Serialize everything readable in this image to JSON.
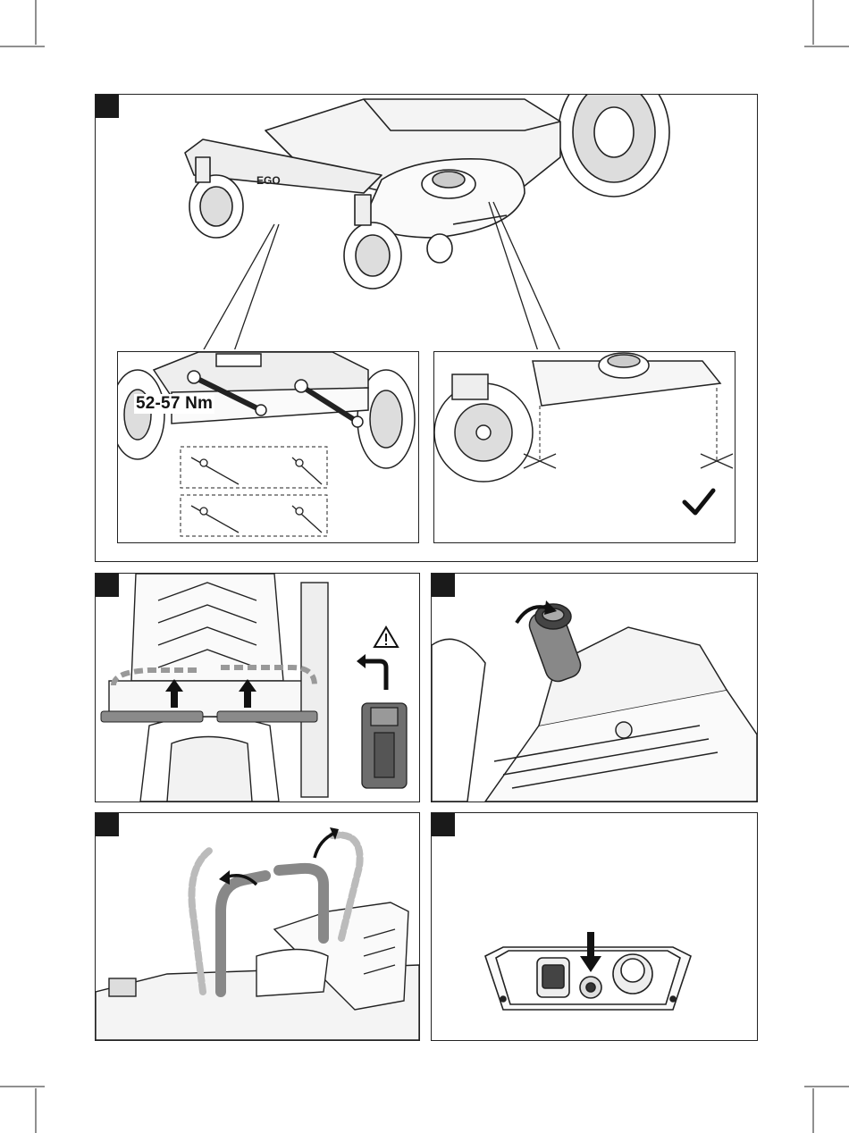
{
  "figure_1": {
    "marker": "",
    "torque_label": "52-57 Nm",
    "brand": "EGO",
    "icons": [
      "mower-overview-illustration",
      "wrench-icon",
      "bolt-icon",
      "check-icon",
      "cross-mark-icon"
    ]
  },
  "figure_2": {
    "marker": "",
    "icons": [
      "up-arrow-icon",
      "warning-triangle-icon",
      "turn-left-arrow-icon",
      "battery-pack-icon"
    ]
  },
  "figure_3": {
    "marker": "",
    "icons": [
      "curved-arrow-icon",
      "knob-icon"
    ]
  },
  "figure_4": {
    "marker": "",
    "icons": [
      "curved-arrow-icon",
      "lap-bar-icon",
      "seat-icon"
    ]
  },
  "figure_5": {
    "marker": "",
    "icons": [
      "down-arrow-icon",
      "control-panel-icon"
    ]
  },
  "colors": {
    "line": "#222222",
    "fill_gray": "#8a8a8a",
    "dark": "#1a1a1a"
  }
}
